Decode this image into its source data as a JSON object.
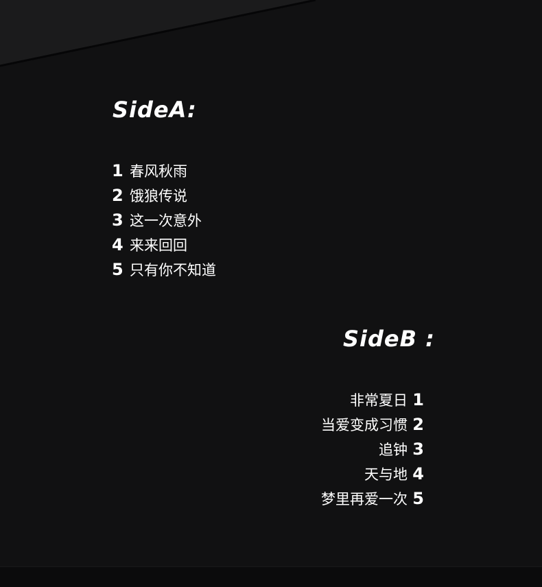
{
  "side_a": {
    "title": "SideA:",
    "tracks": [
      {
        "num": "1",
        "name": "春风秋雨"
      },
      {
        "num": "2",
        "name": "饿狼传说"
      },
      {
        "num": "3",
        "name": "这一次意外"
      },
      {
        "num": "4",
        "name": "来来回回"
      },
      {
        "num": "5",
        "name": "只有你不知道"
      }
    ]
  },
  "side_b": {
    "title": "SideB :",
    "tracks": [
      {
        "num": "1",
        "name": "非常夏日"
      },
      {
        "num": "2",
        "name": "当爱变成习惯"
      },
      {
        "num": "3",
        "name": "追钟"
      },
      {
        "num": "4",
        "name": "天与地"
      },
      {
        "num": "5",
        "name": "梦里再爱一次"
      }
    ]
  }
}
